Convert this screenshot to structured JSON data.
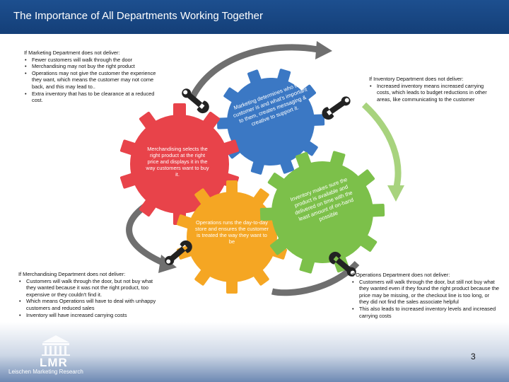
{
  "slide": {
    "title": "The Importance of All Departments Working Together",
    "page_number": "3"
  },
  "marketing_block": {
    "heading": "If Marketing Department does not deliver:",
    "bullets": [
      "Fewer customers will walk through the door",
      "Merchandising may not buy the right product",
      "Operations may not give the customer the experience they want, which means the customer may not come back, and this may lead to..",
      "Extra inventory that has to be clearance at a reduced cost."
    ]
  },
  "inventory_block": {
    "heading": "If Inventory Department does not deliver:",
    "bullets": [
      "Increased inventory means increased carrying costs, which leads to budget reductions in other areas, like communicating to the customer"
    ]
  },
  "merchandising_block": {
    "heading": "If Merchandising Department does not deliver:",
    "bullets": [
      "Customers will walk through the door, but not buy what they wanted because it was not the right product, too expensive or they couldn't find it.",
      "Which means Operations will have to deal with unhappy customers and reduced sales",
      "Inventory will have increased carrying costs"
    ]
  },
  "operations_block": {
    "heading": "If Operations Department does not deliver:",
    "bullets": [
      "Customers will walk through the door, but still not buy what they wanted even if they found the right product because the price may be missing, or the checkout line is too long, or they did not find the sales associate helpful",
      "This also leads to increased inventory levels and increased carrying costs"
    ]
  },
  "gears": {
    "marketing": "Marketing determines who the customer is and what's important to them, creates messaging & creative to support it.",
    "merchandising": "Merchandising selects the right product at the right price and displays it in the way customers want to buy it.",
    "operations": "Operations runs the day-to-day store and ensures the customer is treated the way they want to be",
    "inventory": "Inventory makes sure the product is available and delivered on time with the least amount of on-hand possible"
  },
  "logo": {
    "letters": "LMR",
    "caption": "Leischen Marketing Research"
  },
  "colors": {
    "title_bar": "#1d4f8f",
    "marketing_gear": "#3b78c4",
    "merchandising_gear": "#e8434a",
    "operations_gear": "#f5a623",
    "inventory_gear": "#7cc04a",
    "cycle_arrows": "#6f6f6f"
  },
  "icons": [
    "wrench-icon",
    "cycle-arrow-icon",
    "columns-building-icon"
  ]
}
